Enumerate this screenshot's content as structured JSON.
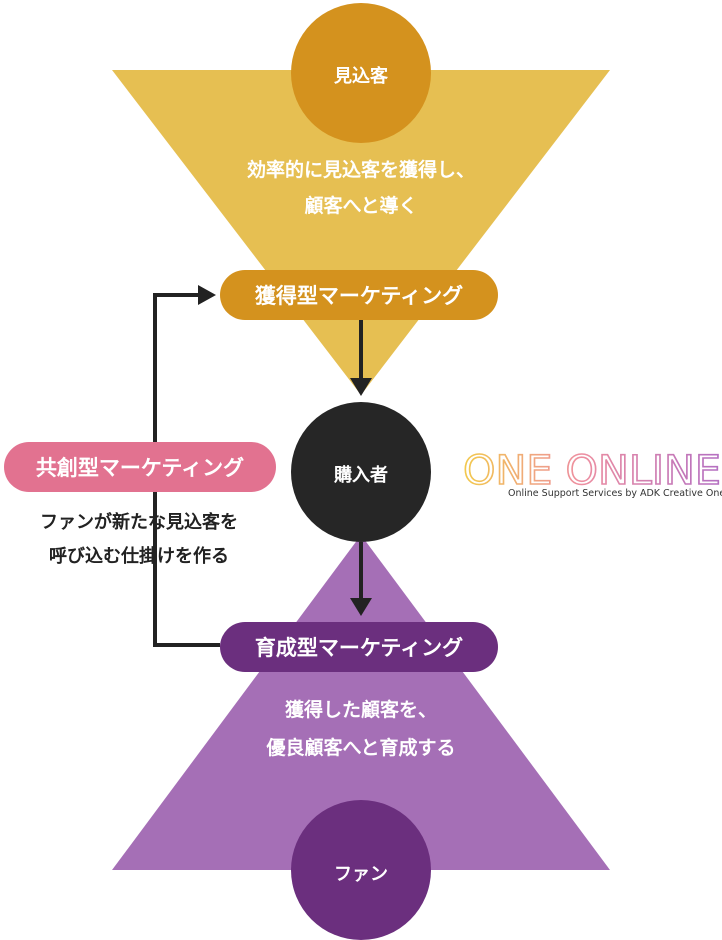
{
  "colors": {
    "acquisition_triangle": "#e6bf52",
    "acquisition_accent": "#d4921e",
    "nurture_triangle": "#a56fb6",
    "nurture_accent": "#6b2f7e",
    "cocreation_accent": "#e27290",
    "buyer": "#262626",
    "arrow": "#222222"
  },
  "top_circle": {
    "label": "見込客"
  },
  "top_description": {
    "line1": "効率的に見込客を獲得し、",
    "line2": "顧客へと導く"
  },
  "acquisition_pill": {
    "label": "獲得型マーケティング"
  },
  "buyer_circle": {
    "label": "購入者"
  },
  "cocreation_pill": {
    "label": "共創型マーケティング"
  },
  "cocreation_description": {
    "line1": "ファンが新たな見込客を",
    "line2": "呼び込む仕掛けを作る"
  },
  "nurture_pill": {
    "label": "育成型マーケティング"
  },
  "bottom_description": {
    "line1": "獲得した顧客を、",
    "line2": "優良顧客へと育成する"
  },
  "bottom_circle": {
    "label": "ファン"
  },
  "logo": {
    "wordmark": "ONE ONLINE",
    "tagline": "Online Support Services by ADK Creative One"
  }
}
